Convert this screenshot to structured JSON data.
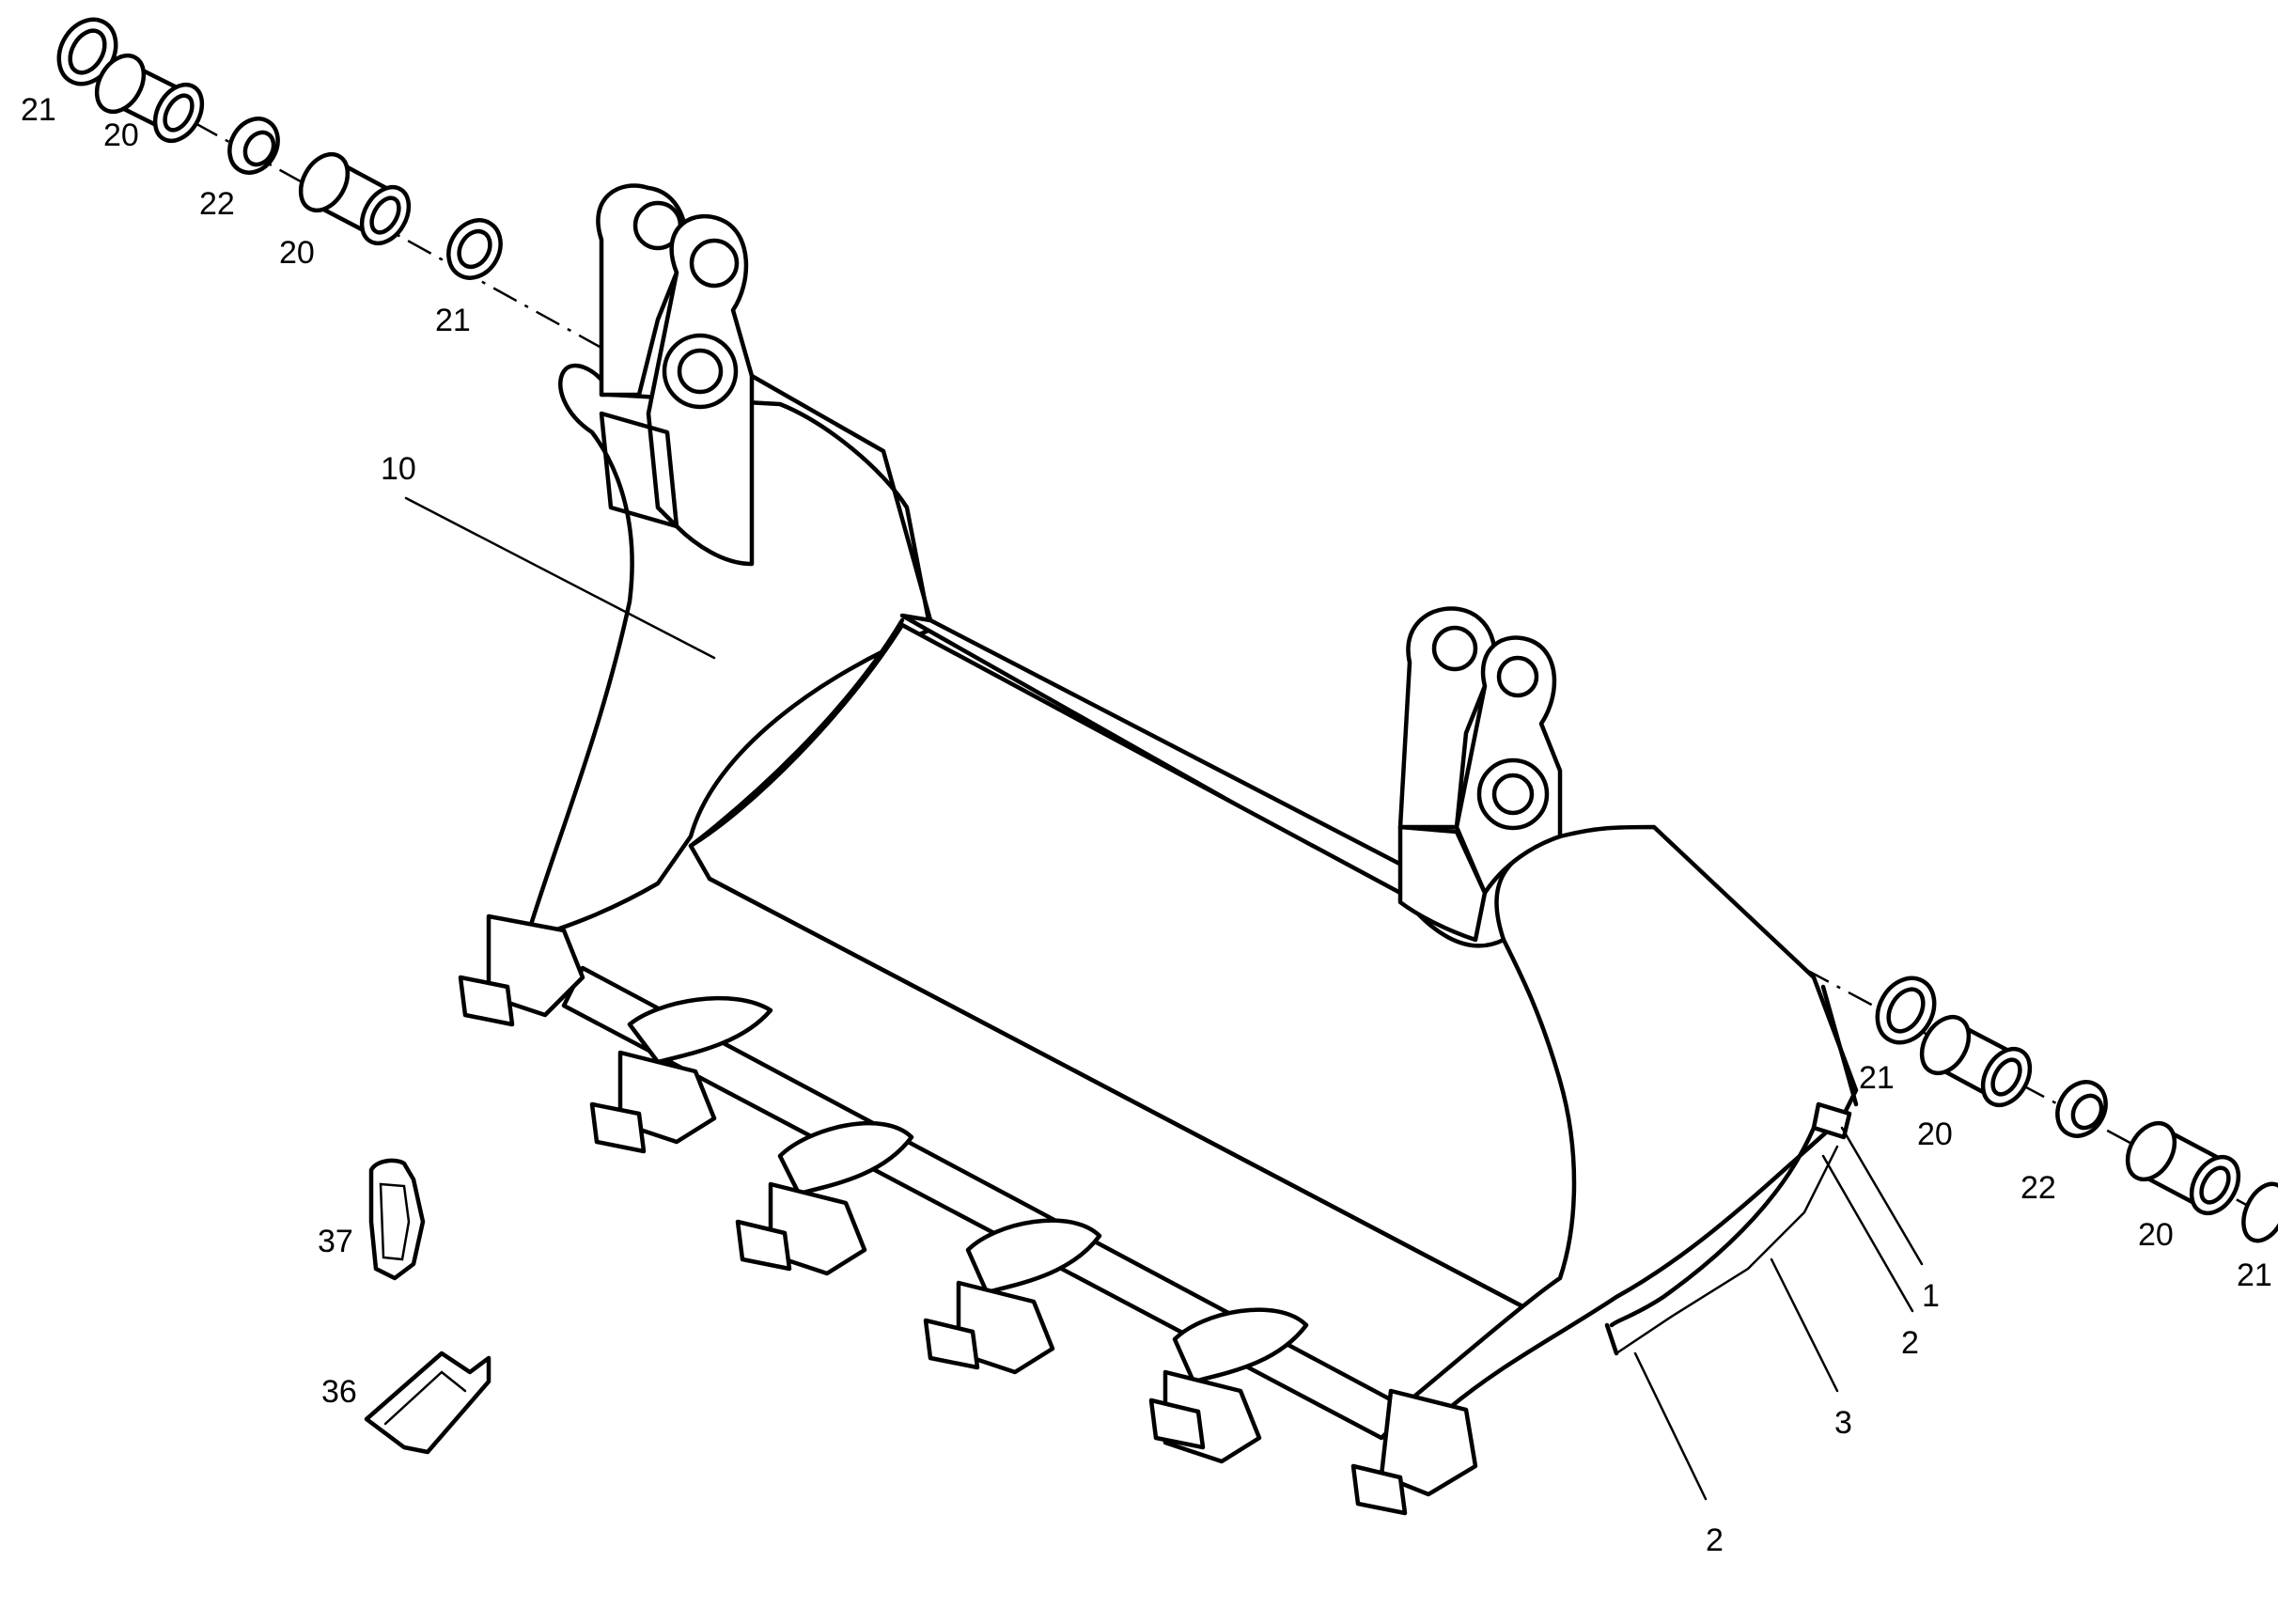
{
  "callouts": [
    {
      "id": "c21a",
      "text": "21"
    },
    {
      "id": "c20a",
      "text": "20"
    },
    {
      "id": "c22a",
      "text": "22"
    },
    {
      "id": "c20b",
      "text": "20"
    },
    {
      "id": "c21b",
      "text": "21"
    },
    {
      "id": "c10",
      "text": "10"
    },
    {
      "id": "c21c",
      "text": "21"
    },
    {
      "id": "c20c",
      "text": "20"
    },
    {
      "id": "c22b",
      "text": "22"
    },
    {
      "id": "c20d",
      "text": "20"
    },
    {
      "id": "c21d",
      "text": "21"
    },
    {
      "id": "c1",
      "text": "1"
    },
    {
      "id": "c2a",
      "text": "2"
    },
    {
      "id": "c3",
      "text": "3"
    },
    {
      "id": "c2b",
      "text": "2"
    },
    {
      "id": "c37",
      "text": "37"
    },
    {
      "id": "c36",
      "text": "36"
    }
  ]
}
